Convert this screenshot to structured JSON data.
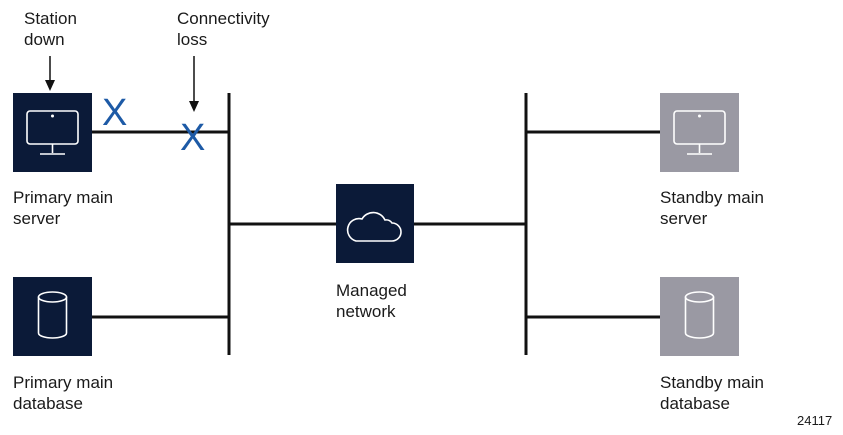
{
  "labels": {
    "station_down": [
      "Station",
      "down"
    ],
    "connectivity_loss": [
      "Connectivity",
      "loss"
    ],
    "primary_server": [
      "Primary main",
      "server"
    ],
    "primary_database": [
      "Primary main",
      "database"
    ],
    "managed_network": [
      "Managed",
      "network"
    ],
    "standby_server": [
      "Standby main",
      "server"
    ],
    "standby_database": [
      "Standby main",
      "database"
    ],
    "figure_id": "24117"
  },
  "markers": {
    "station_down": "X",
    "connectivity_loss": "X"
  },
  "colors": {
    "primary_node": "#0b1a38",
    "standby_node": "#9a99a3",
    "failure_mark": "#1d5aa6",
    "line": "#111111",
    "icon_stroke": "#ffffff"
  },
  "icons": {
    "primary_server": "monitor-icon",
    "primary_database": "database-cylinder-icon",
    "managed_network": "cloud-icon",
    "standby_server": "monitor-icon",
    "standby_database": "database-cylinder-icon"
  }
}
